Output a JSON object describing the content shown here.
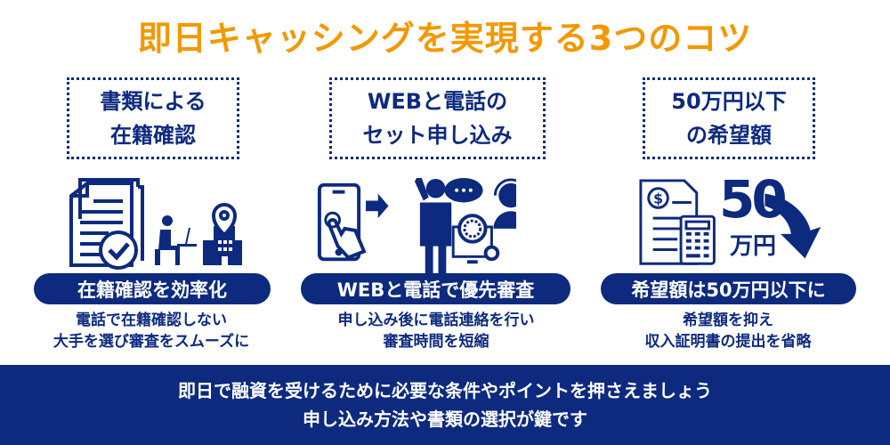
{
  "title": "即日キャッシングを実現する3つのコツ",
  "colors": {
    "accent": "#f39800",
    "navy": "#0d2a7f"
  },
  "tips": [
    {
      "box": [
        "書類による",
        "在籍確認"
      ],
      "pill": "在籍確認を効率化",
      "sub": [
        "電話で在籍確認しない",
        "大手を選び審査をスムーズに"
      ],
      "icons": [
        "document-check-icon",
        "office-worker-icon",
        "building-location-icon"
      ]
    },
    {
      "box": [
        "WEBと電話の",
        "セット申し込み"
      ],
      "pill": "WEBと電話で優先審査",
      "sub": [
        "申し込み後に電話連絡を行い",
        "審査時間を短縮"
      ],
      "icons": [
        "smartphone-tap-icon",
        "arrow-right-icon",
        "person-phone-icon",
        "chat-bubble-icon",
        "operator-icon",
        "stopwatch-monitor-icon"
      ]
    },
    {
      "box": [
        "50万円以下",
        "の希望額"
      ],
      "pill": "希望額は50万円以下に",
      "sub": [
        "希望額を抑え",
        "収入証明書の提出を省略"
      ],
      "icons": [
        "invoice-icon",
        "calculator-icon",
        "down-arrow-icon"
      ],
      "amount": "50",
      "unit": "万円"
    }
  ],
  "banner": [
    "即日で融資を受けるために必要な条件やポイントを押さえましょう",
    "申し込み方法や書類の選択が鍵です"
  ]
}
